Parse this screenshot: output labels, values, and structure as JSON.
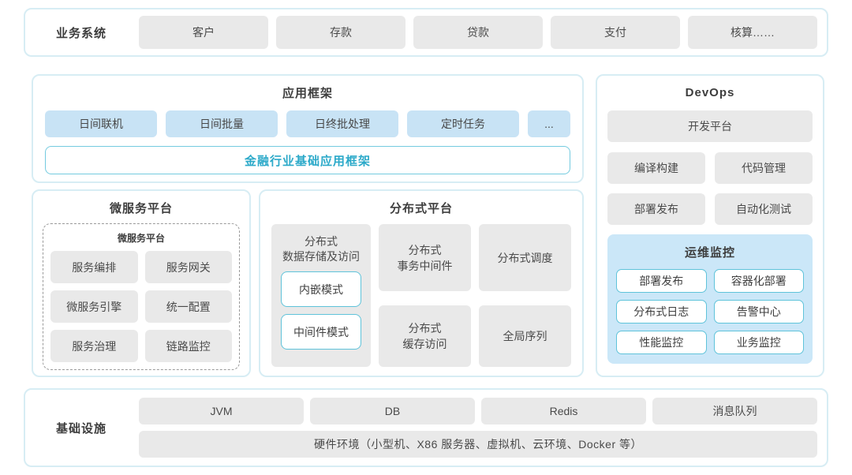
{
  "colors": {
    "section_border": "#d7edf4",
    "gray_box_bg": "#e9e9e9",
    "blue_box_bg": "#c8e3f5",
    "monitor_panel_bg": "#cbe7f8",
    "teal_border": "#5fc3da",
    "teal_text": "#2ba9c9",
    "title_text": "#3d3d3d",
    "box_text": "#4a4a4a"
  },
  "business_system": {
    "label": "业务系统",
    "items": [
      "客户",
      "存款",
      "贷款",
      "支付",
      "核算……"
    ]
  },
  "app_framework": {
    "title": "应用框架",
    "modules": [
      "日间联机",
      "日间批量",
      "日终批处理",
      "定时任务",
      "..."
    ],
    "base_framework": "金融行业基础应用框架"
  },
  "microservice_platform": {
    "title": "微服务平台",
    "inner_label": "微服务平台",
    "items": [
      "服务编排",
      "服务网关",
      "微服务引擎",
      "统一配置",
      "服务治理",
      "链路监控"
    ]
  },
  "distributed_platform": {
    "title": "分布式平台",
    "data_storage": {
      "label_line1": "分布式",
      "label_line2": "数据存储及访问",
      "modes": [
        "内嵌模式",
        "中间件模式"
      ]
    },
    "grid": {
      "transaction_line1": "分布式",
      "transaction_line2": "事务中间件",
      "scheduling": "分布式调度",
      "cache_line1": "分布式",
      "cache_line2": "缓存访问",
      "sequence": "全局序列"
    }
  },
  "devops": {
    "title": "DevOps",
    "dev_platform": "开发平台",
    "tools": [
      "编译构建",
      "代码管理",
      "部署发布",
      "自动化测试"
    ],
    "ops_monitor": {
      "title": "运维监控",
      "items": [
        "部署发布",
        "容器化部署",
        "分布式日志",
        "告警中心",
        "性能监控",
        "业务监控"
      ]
    }
  },
  "infrastructure": {
    "label": "基础设施",
    "items": [
      "JVM",
      "DB",
      "Redis",
      "消息队列"
    ],
    "hardware": "硬件环境（小型机、X86 服务器、虚拟机、云环境、Docker 等）"
  }
}
